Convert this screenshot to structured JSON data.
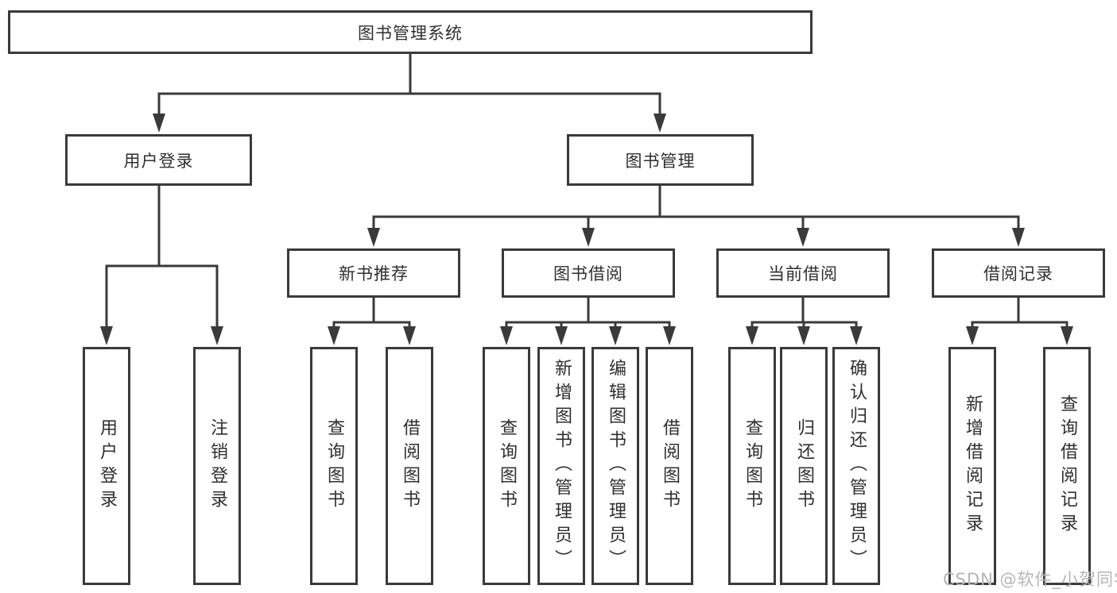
{
  "diagram": {
    "type": "hierarchy-tree",
    "colors": {
      "line": "#3a3a3a",
      "box_border": "#3a3a3a",
      "box_fill": "#ffffff",
      "text": "#2f2f2f",
      "background": "#ffffff",
      "watermark": "#b5b5b5"
    },
    "nodes": {
      "root": {
        "label": "图书管理系统"
      },
      "userLogin": {
        "label": "用户登录",
        "children": {
          "login": {
            "label": "用户登录"
          },
          "logout": {
            "label": "注销登录"
          }
        }
      },
      "bookMgmt": {
        "label": "图书管理",
        "children": {
          "newBookRec": {
            "label": "新书推荐",
            "children": {
              "queryBook": {
                "label": "查询图书"
              },
              "borrowBook": {
                "label": "借阅图书"
              }
            }
          },
          "bookBorrow": {
            "label": "图书借阅",
            "children": {
              "queryBook": {
                "label": "查询图书"
              },
              "addBook": {
                "label": "新增图书（管理员）"
              },
              "editBook": {
                "label": "编辑图书（管理员）"
              },
              "borrowBook": {
                "label": "借阅图书"
              }
            }
          },
          "currentBorrow": {
            "label": "当前借阅",
            "children": {
              "queryBook": {
                "label": "查询图书"
              },
              "returnBook": {
                "label": "归还图书"
              },
              "confirmReturn": {
                "label": "确认归还（管理员）"
              }
            }
          },
          "borrowRecords": {
            "label": "借阅记录",
            "children": {
              "addRecord": {
                "label": "新增借阅记录"
              },
              "queryRecord": {
                "label": "查询借阅记录"
              }
            }
          }
        }
      }
    },
    "watermark": {
      "text": "CSDN @软件_小贺同学"
    }
  }
}
